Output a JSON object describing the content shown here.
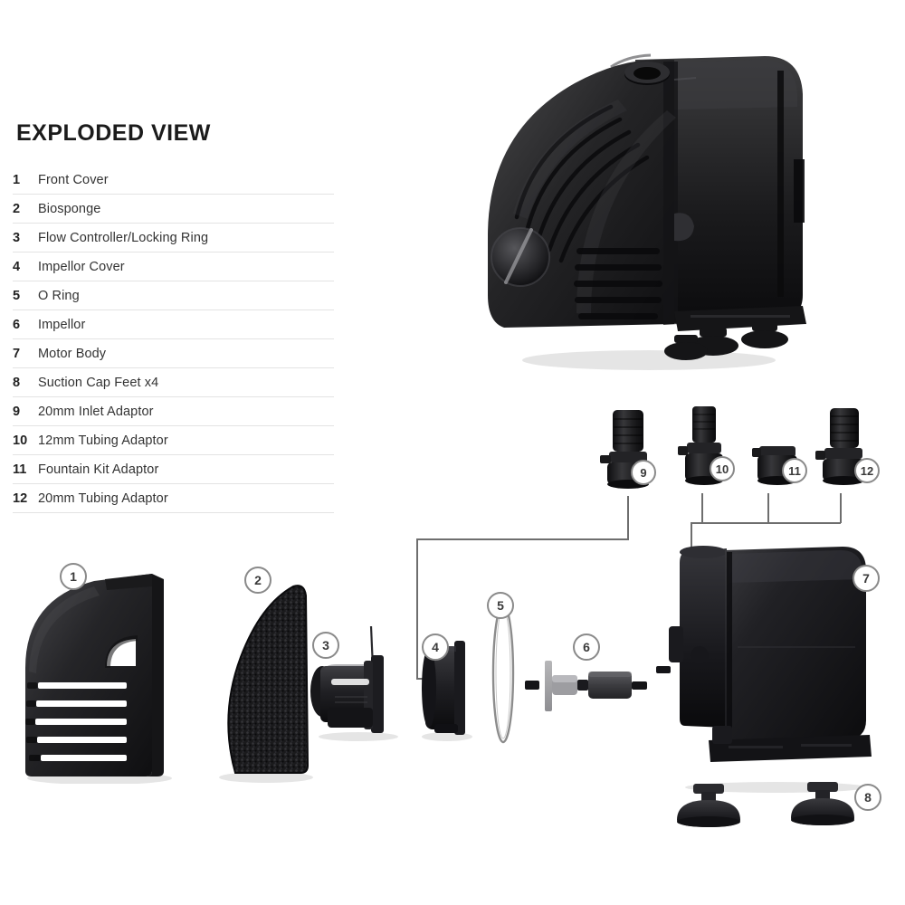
{
  "page": {
    "title": "EXPLODED VIEW",
    "background_color": "#ffffff",
    "part_color": "#1d1d1f",
    "badge_border_color": "#8a8a8a",
    "leader_line_color": "#6e6e6e",
    "divider_color": "#e3e3e3"
  },
  "parts_list": [
    {
      "num": "1",
      "label": "Front Cover"
    },
    {
      "num": "2",
      "label": "Biosponge"
    },
    {
      "num": "3",
      "label": "Flow Controller/Locking Ring"
    },
    {
      "num": "4",
      "label": "Impellor Cover"
    },
    {
      "num": "5",
      "label": "O Ring"
    },
    {
      "num": "6",
      "label": "Impellor"
    },
    {
      "num": "7",
      "label": "Motor Body"
    },
    {
      "num": "8",
      "label": "Suction Cap Feet x4"
    },
    {
      "num": "9",
      "label": "20mm Inlet Adaptor"
    },
    {
      "num": "10",
      "label": "12mm Tubing Adaptor"
    },
    {
      "num": "11",
      "label": "Fountain Kit Adaptor"
    },
    {
      "num": "12",
      "label": "20mm Tubing Adaptor"
    }
  ],
  "callouts": {
    "c1": "1",
    "c2": "2",
    "c3": "3",
    "c4": "4",
    "c5": "5",
    "c6": "6",
    "c7": "7",
    "c8": "8",
    "c9": "9",
    "c10": "10",
    "c11": "11",
    "c12": "12"
  },
  "diagram": {
    "assembled_pump_name": "assembled water pump",
    "front_cover_name": "front cover part",
    "biosponge_name": "biosponge foam part",
    "flow_controller_name": "flow controller locking ring part",
    "impellor_cover_name": "impellor cover part",
    "o_ring_name": "o ring part",
    "impellor_name": "impellor part",
    "motor_body_name": "motor body part",
    "suction_feet_name": "suction cap feet part",
    "adaptor_9_name": "20mm inlet adaptor part",
    "adaptor_10_name": "12mm tubing adaptor part",
    "adaptor_11_name": "fountain kit adaptor part",
    "adaptor_12_name": "20mm tubing adaptor part"
  }
}
